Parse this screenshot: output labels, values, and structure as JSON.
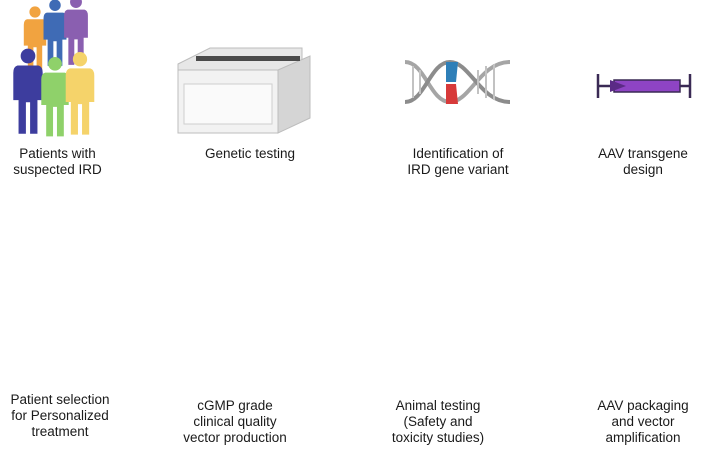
{
  "steps": [
    {
      "id": "patients",
      "label": "Patients with\nsuspected IRD"
    },
    {
      "id": "genetic-testing",
      "label": "Genetic testing"
    },
    {
      "id": "variant-identification",
      "label": "Identification of\nIRD gene variant"
    },
    {
      "id": "transgene-design",
      "label": "AAV transgene\ndesign"
    },
    {
      "id": "packaging",
      "label": "AAV packaging\nand vector\namplification"
    },
    {
      "id": "animal-testing",
      "label": "Animal testing\n(Safety and\ntoxicity studies)"
    },
    {
      "id": "vector-production",
      "label": "cGMP grade\nclinical quality\nvector production"
    },
    {
      "id": "patient-selection",
      "label": "Patient selection\nfor  Personalized\ntreatment"
    }
  ],
  "colors": {
    "arrow": "#1a1a1a",
    "people": [
      "#f1a340",
      "#3f6bb5",
      "#8a5fb0",
      "#3d3d9e",
      "#8fd16a",
      "#f5d36a"
    ],
    "gray_people": "#6f6f6f",
    "transgene": "#8e44c4",
    "capsid": "#d8c2ee",
    "liquid": "#e45b5b"
  },
  "icons": [
    "people-icon",
    "sequencer-icon",
    "dna-icon",
    "transgene-icon",
    "capsid-icon",
    "eye-icon",
    "mouse-icon",
    "syringe-icon",
    "bioreactor-icon",
    "gray-people-icon"
  ]
}
